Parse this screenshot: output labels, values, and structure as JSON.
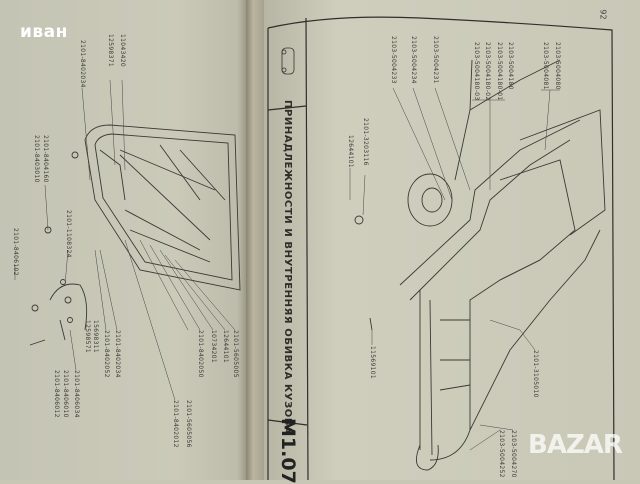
{
  "watermarks": {
    "top_left": "иван",
    "bottom_right": "BAZAR"
  },
  "right_page": {
    "page_number": "92",
    "title": "ПРИНАДЛЕЖНОСТИ И ВНУТРЕННЯЯ ОБИВКА КУЗОВА",
    "section_code": "M1.07",
    "labels": [
      "2103-5004233",
      "2103-5004234",
      "2103-5004231",
      "2103-5004180",
      "2103-5004180-01",
      "2103-5004180-02",
      "2103-5004180-03",
      "2103-5004080",
      "2103-5004081",
      "2101-3203116",
      "12644101",
      "11569101",
      "2101-3105010",
      "2103-5004270",
      "2103-5004252"
    ]
  },
  "left_page": {
    "labels": [
      "11043420",
      "12598371",
      "2101-8402034",
      "2101-8404160",
      "2101-8403010",
      "2101-1108324",
      "2101-8406102",
      "2101-5605005",
      "12644101",
      "10734201",
      "2101-8402050",
      "2101-5605056",
      "2101-8402012",
      "2101-8402034",
      "2101-8402052",
      "15698311",
      "12598571",
      "2101-8406034",
      "2101-8406010",
      "2101-8406012"
    ]
  }
}
